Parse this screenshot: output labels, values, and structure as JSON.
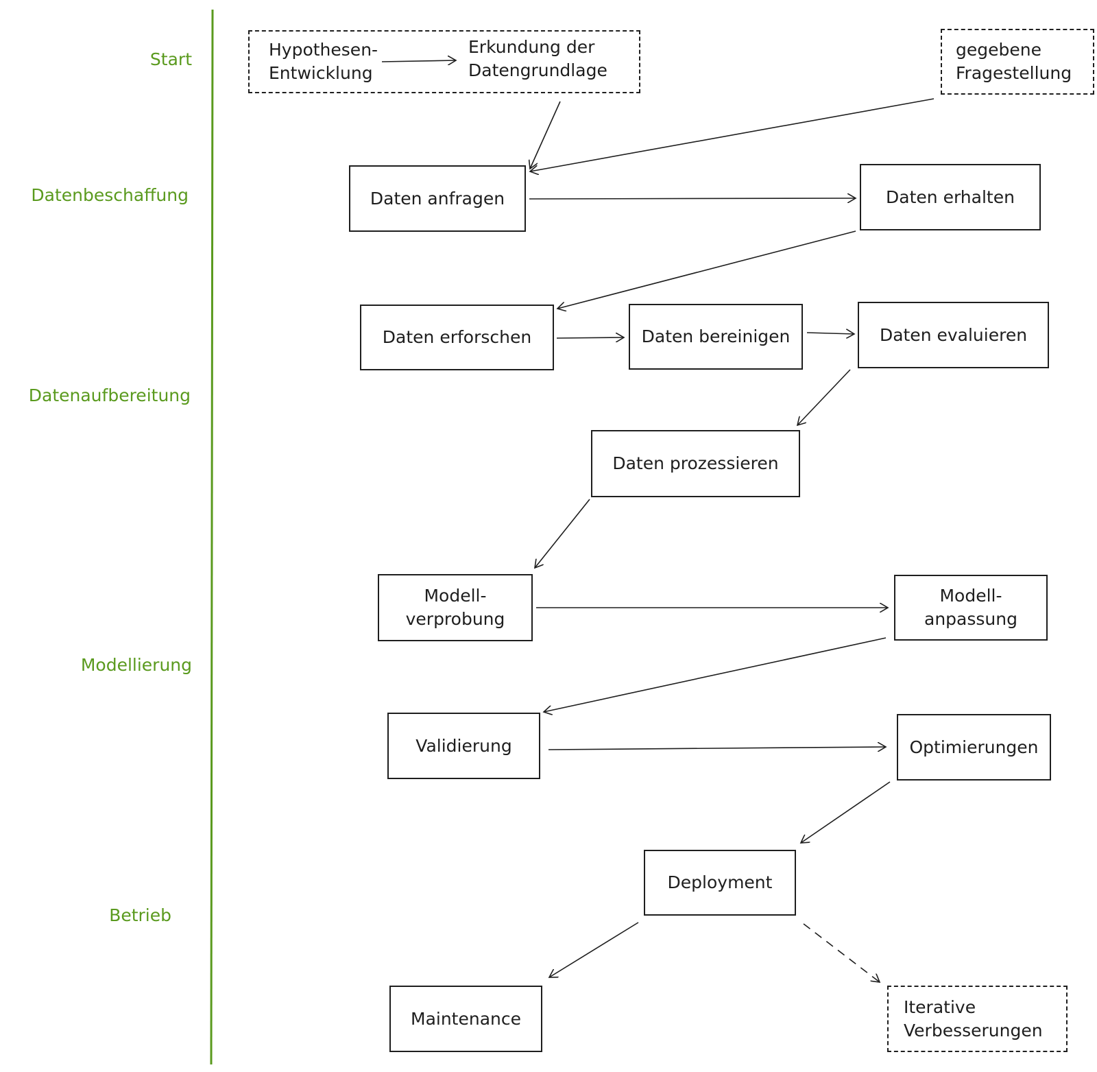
{
  "phases": {
    "start": "Start",
    "beschaffung": "Datenbeschaffung",
    "aufbereitung": "Datenaufbereitung",
    "modellierung": "Modellierung",
    "betrieb": "Betrieb"
  },
  "nodes": {
    "hypothesen": "Hypothesen-\nEntwicklung",
    "erkundung": "Erkundung der\nDatengrundlage",
    "fragestellung": "gegebene\nFragestellung",
    "anfragen": "Daten anfragen",
    "erhalten": "Daten erhalten",
    "erforschen": "Daten erforschen",
    "bereinigen": "Daten bereinigen",
    "evaluieren": "Daten evaluieren",
    "prozessieren": "Daten prozessieren",
    "verprobung": "Modell-\nverprobung",
    "anpassung": "Modell-\nanpassung",
    "validierung": "Validierung",
    "optimierungen": "Optimierungen",
    "deployment": "Deployment",
    "maintenance": "Maintenance",
    "iterative": "Iterative\nVerbesserungen"
  },
  "colors": {
    "phase_label": "#5a9a1e",
    "timeline": "#5a9a1e",
    "stroke": "#1e1e1e"
  }
}
